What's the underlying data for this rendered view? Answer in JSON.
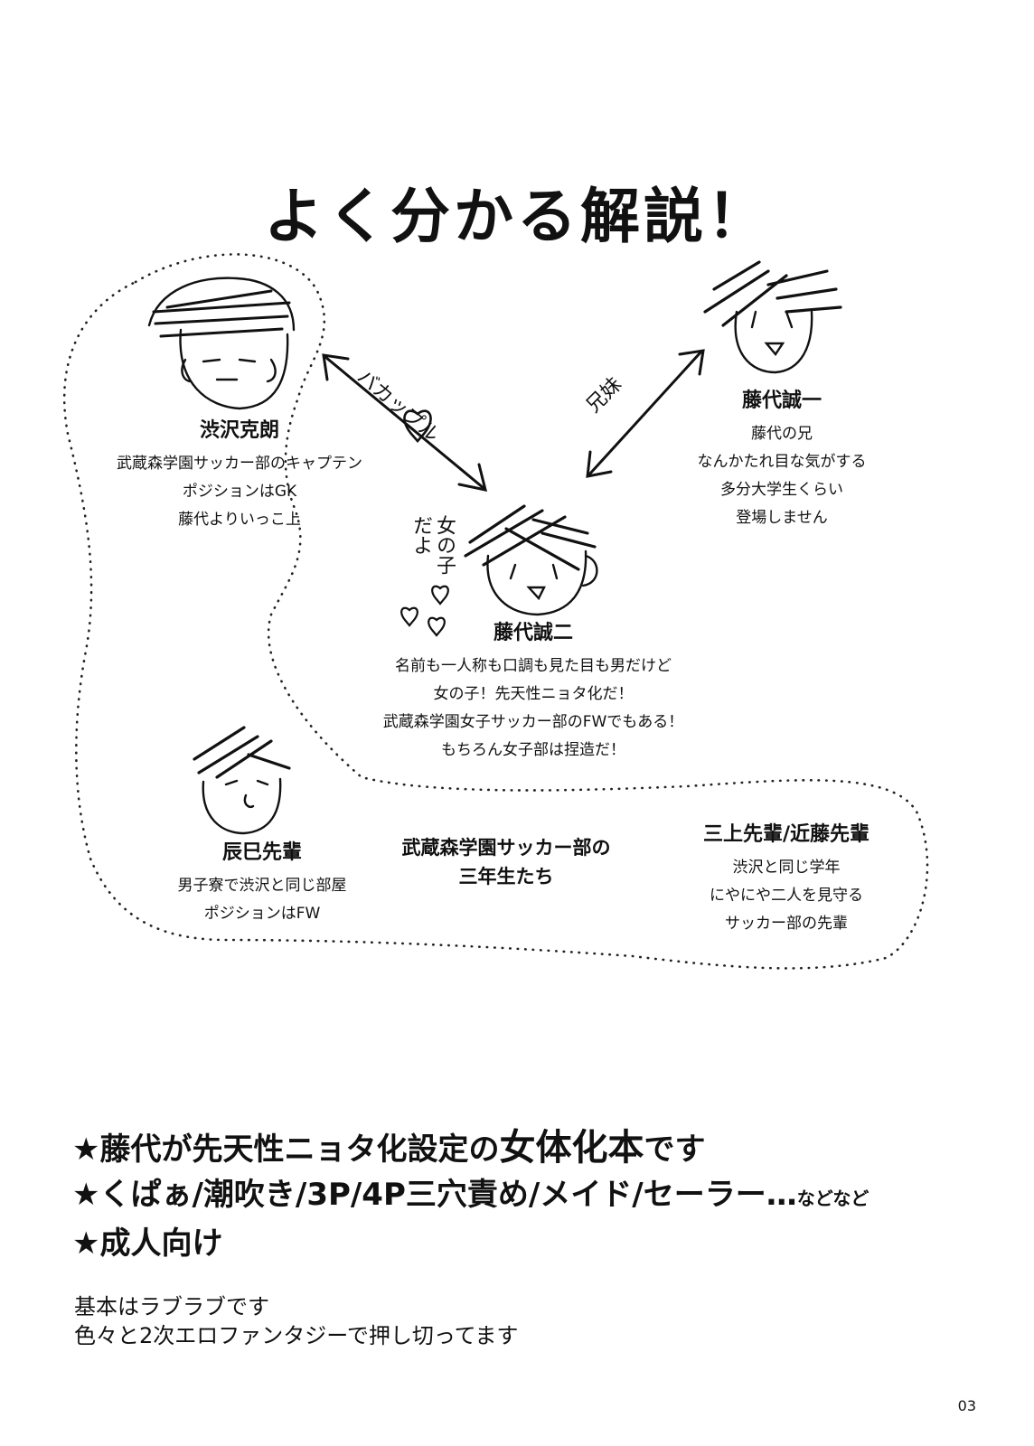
{
  "title": "よく分かる解説！",
  "characters": {
    "shibusawa": {
      "name": "渋沢克朗",
      "desc": [
        "武蔵森学園サッカー部のキャプテン",
        "ポジションはGK",
        "藤代よりいっこ上"
      ]
    },
    "fujishiro_seiichi": {
      "name": "藤代誠一",
      "desc": [
        "藤代の兄",
        "なんかたれ目な気がする",
        "多分大学生くらい",
        "登場しません"
      ]
    },
    "fujishiro_seiji": {
      "name": "藤代誠二",
      "desc": [
        "名前も一人称も口調も見た目も男だけど",
        "女の子！先天性ニョタ化だ！",
        "武蔵森学園女子サッカー部のFWでもある！",
        "もちろん女子部は捏造だ！"
      ]
    },
    "tatsumi": {
      "name": "辰巳先輩",
      "desc": [
        "男子寮で渋沢と同じ部屋",
        "ポジションはFW"
      ]
    },
    "mikami_kondo": {
      "name": "三上先輩/近藤先輩",
      "desc": [
        "渋沢と同じ学年",
        "にやにや二人を見守る",
        "サッカー部の先輩"
      ]
    }
  },
  "relations": {
    "couple": "バカップル",
    "siblings": "兄妹",
    "girl_note": [
      "女の子",
      "だよ"
    ]
  },
  "group_label": [
    "武蔵森学園サッカー部の",
    "三年生たち"
  ],
  "notes": {
    "line1": {
      "prefix": "★藤代が先天性ニョタ化設定の",
      "emph": "女体化本",
      "suffix": "です"
    },
    "line2": {
      "main": "★くぱぁ/潮吹き/3P/4P三穴責め/メイド/セーラー…",
      "small": "などなど"
    },
    "line3": "★成人向け"
  },
  "subnotes": [
    "基本はラブラブです",
    "色々と2次エロファンタジーで押し切ってます"
  ],
  "page_number": "03"
}
